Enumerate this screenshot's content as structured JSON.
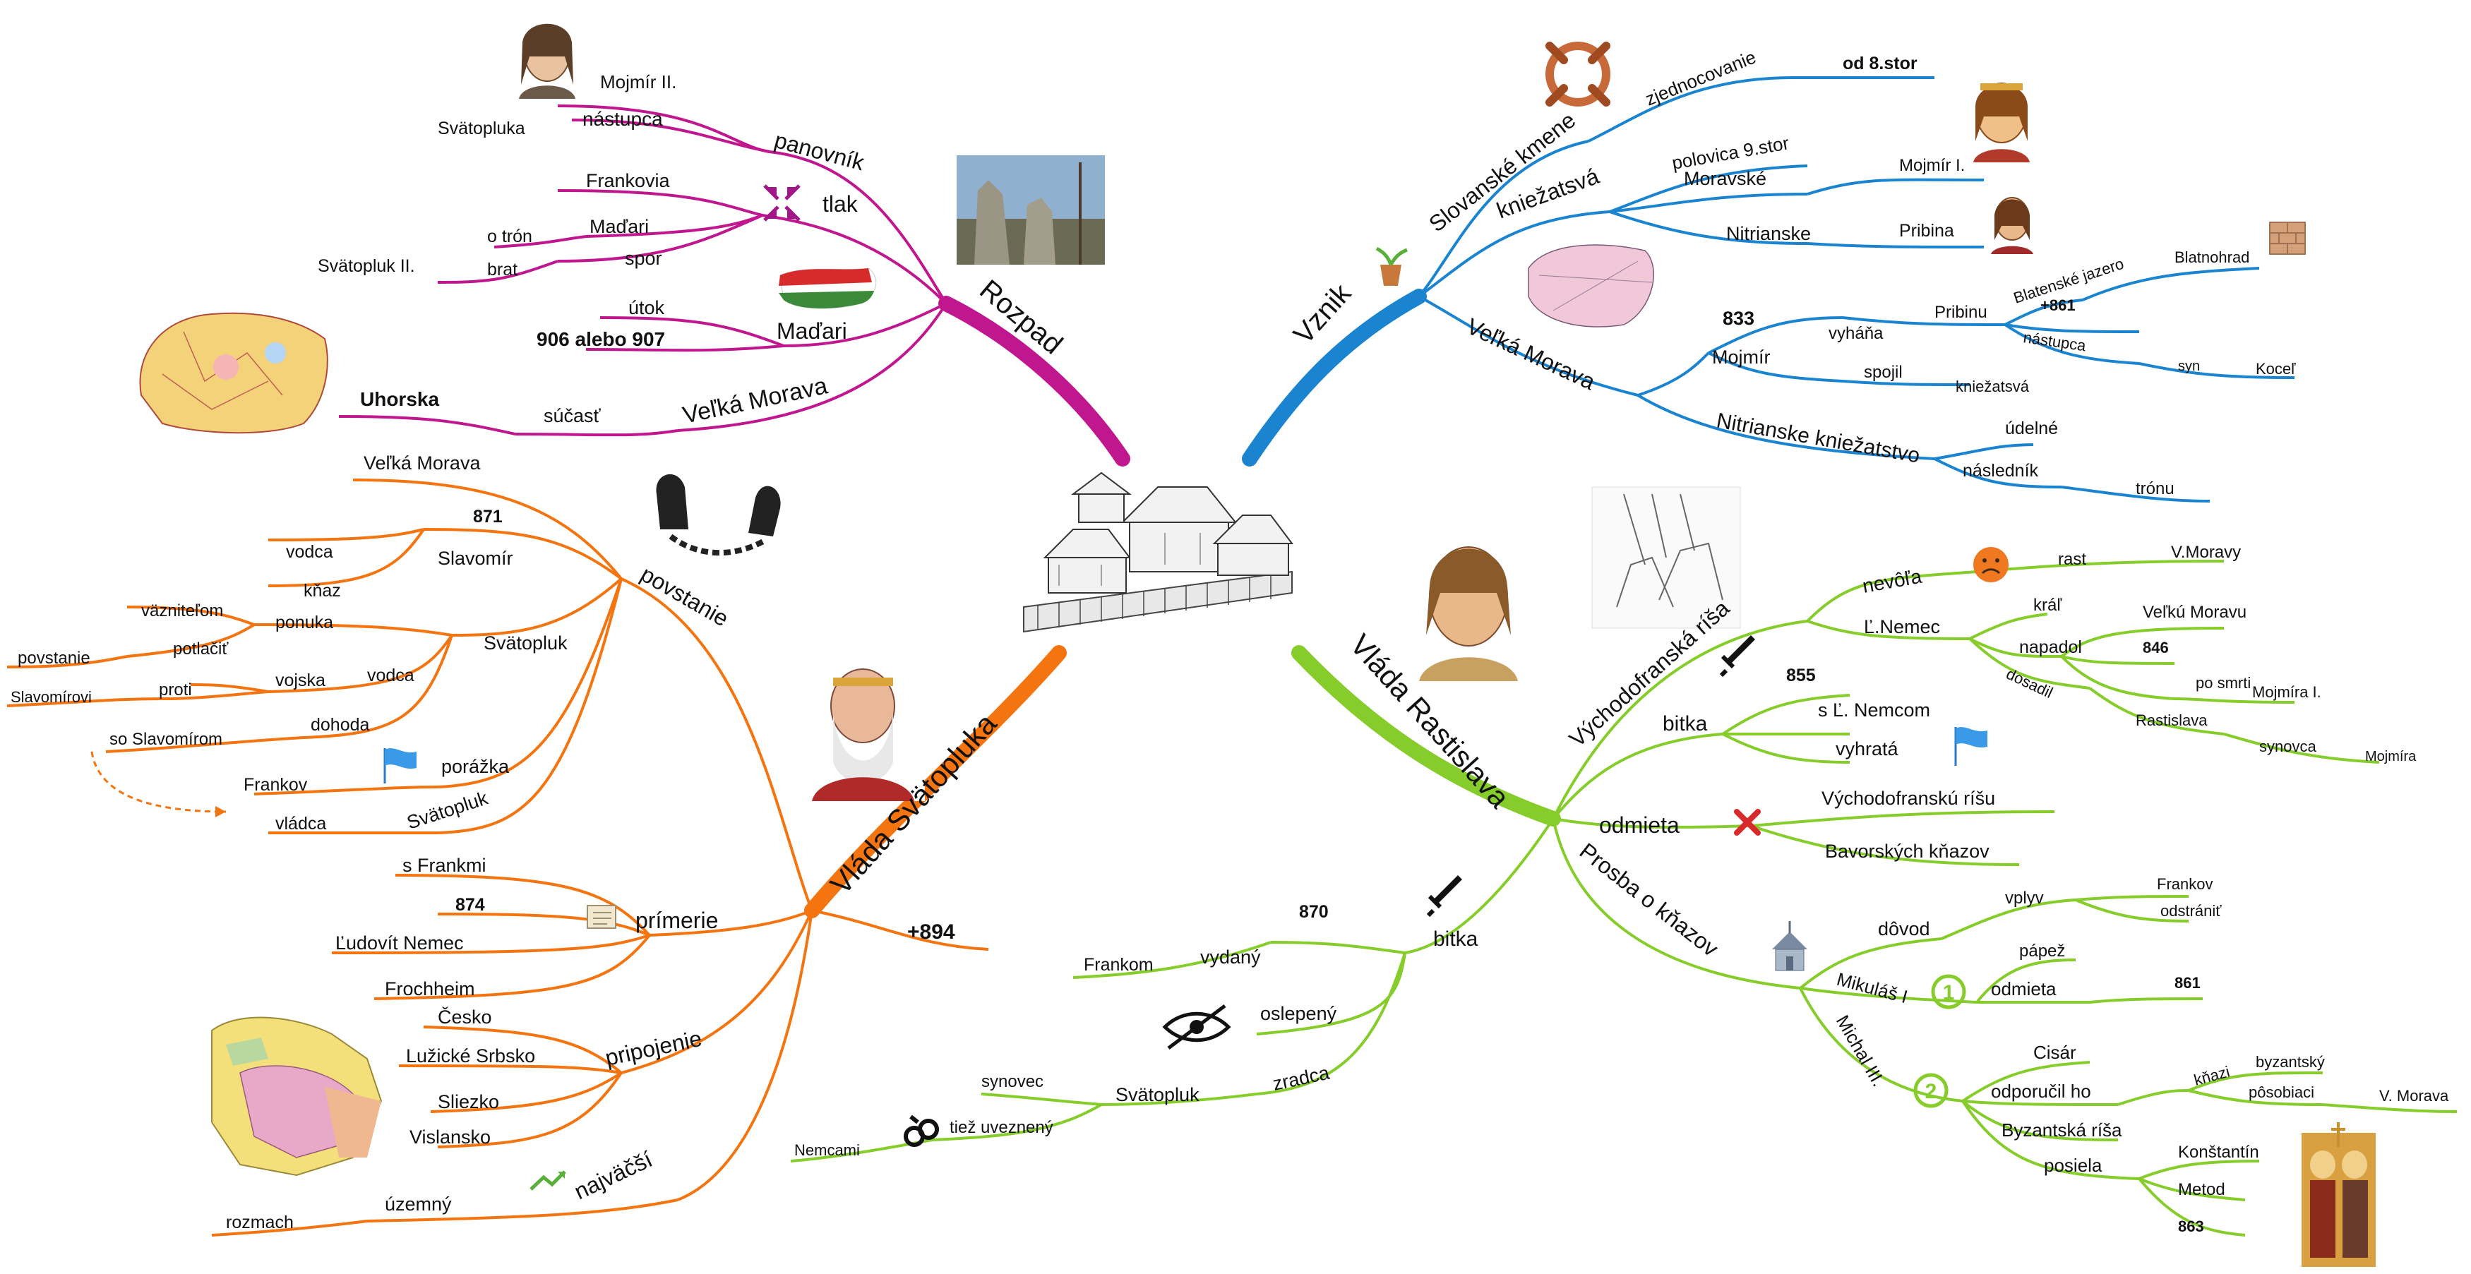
{
  "colors": {
    "rozpad": "#c0168e",
    "vznik": "#1a84d0",
    "rastislav": "#86cc2a",
    "svatopluk": "#f47410"
  },
  "center": {
    "image": "fortified-settlement-drawing"
  },
  "branches": {
    "rozpad": {
      "title": "Rozpad",
      "panovnik": "panovník",
      "mojmir_ii": "Mojmír II.",
      "nastupca": "nástupca",
      "svatopluka": "Svätopluka",
      "tlak": "tlak",
      "frankovia": "Frankovia",
      "madari_a": "Maďari",
      "spor": "spor",
      "o_tron": "o trón",
      "brat": "brat",
      "svatopluk_ii": "Svätopluk II.",
      "madari": "Maďari",
      "utok": "útok",
      "year_906": "906 alebo 907",
      "velka_morava": "Veľká Morava",
      "sucast": "súčasť",
      "uhorska": "Uhorska"
    },
    "vznik": {
      "title": "Vznik",
      "slovanske_kmene": "Slovanské kmene",
      "zjednocovanie": "zjednocovanie",
      "od_8stor": "od 8.stor",
      "kniezatstva": "kniežatsvá",
      "polovica": "polovica 9.stor",
      "moravske": "Moravské",
      "mojmir_i": "Mojmír I.",
      "nitrianske": "Nitrianske",
      "pribina": "Pribina",
      "velka_morava": "Veľká Morava",
      "year_833": "833",
      "mojmir": "Mojmír",
      "vyhana": "vyháňa",
      "pribinu": "Pribinu",
      "blatenske": "Blatenské jazero",
      "blatnohrad": "Blatnohrad",
      "year_861": "+861",
      "nastupca": "nástupca",
      "syn": "syn",
      "kocel": "Koceľ",
      "spojil": "spojil",
      "kniezatstva2": "kniežatsvá",
      "nitr_kn": "Nitrianske kniežatstvo",
      "udelne": "údelné",
      "naslednik": "následník",
      "tronu": "trónu"
    },
    "rastislav": {
      "title": "Vláda Rastislava",
      "vfr": "Východofranská ríša",
      "nevota": "nevôľa",
      "rast": "rast",
      "vmoravy": "V.Moravy",
      "lnemec": "Ľ.Nemec",
      "kral": "kráľ",
      "napadol": "napadol",
      "velku_moravu": "Veľkú Moravu",
      "year_846": "846",
      "po_smrti": "po smrti",
      "mojmira_i": "Mojmíra I.",
      "dosadil": "dosadil",
      "rastislava": "Rastislava",
      "synovca": "synovca",
      "mojmira": "Mojmíra",
      "bitka": "bitka",
      "year_855": "855",
      "s_lnemcom": "s Ľ. Nemcom",
      "vyhrata": "vyhratá",
      "odmieta": "odmieta",
      "vfr_risu": "Východofranskú ríšu",
      "bavorskych": "Bavorských kňazov",
      "prosba": "Prosba o kňazov",
      "dovod": "dôvod",
      "vplyv": "vplyv",
      "frankov": "Frankov",
      "odstranit": "odstrániť",
      "mikulas": "Mikuláš I",
      "papez": "pápež",
      "odmieta2": "odmieta",
      "year_861": "861",
      "michal": "Michal III.",
      "cisar": "Cisár",
      "odporucil": "odporučil ho",
      "knazi": "kňazi",
      "byzantsky": "byzantský",
      "posobiaci": "pôsobiaci",
      "vmorava": "V. Morava",
      "byz_risa": "Byzantská ríša",
      "posiela": "posiela",
      "konstantin": "Konštantín",
      "metod": "Metod",
      "year_863": "863",
      "bitka2": "bitka",
      "year_870": "870",
      "vydany": "vydaný",
      "frankom": "Frankom",
      "oslepeny": "oslepený",
      "zradca": "zradca",
      "svatopluk": "Svätopluk",
      "synovec": "synovec",
      "tiez": "tiež uveznený",
      "nemcami": "Nemcami"
    },
    "svatopluk": {
      "title": "Vláda Svätopluka",
      "povstanie": "povstanie",
      "velka_morava": "Veľká Morava",
      "year_871": "871",
      "slavomir": "Slavomír",
      "vodca": "vodca",
      "knaz": "kňaz",
      "svatopluk_a": "Svätopluk",
      "ponuka": "ponuka",
      "vaznitelom": "väzniteľom",
      "potlacit": "potlačiť",
      "povstanie2": "povstanie",
      "vodca2": "vodca",
      "vojska": "vojska",
      "proti": "proti",
      "slavomirovi": "Slavomírovi",
      "dohoda": "dohoda",
      "so_slavomirom": "so Slavomírom",
      "porazka": "porážka",
      "frankov": "Frankov",
      "svatopluk_b": "Svätopluk",
      "vladca": "vládca",
      "year_894": "+894",
      "primerie": "prímerie",
      "s_frankmi": "s Frankmi",
      "year_874": "874",
      "ludovit": "Ľudovít Nemec",
      "frochheim": "Frochheim",
      "pripojenie": "pripojenie",
      "cesko": "Česko",
      "luzicke": "Lužické Srbsko",
      "sliezko": "Sliezko",
      "vislansko": "Vislansko",
      "najvacsi": "najväčší",
      "uzemny": "územný",
      "rozmach": "rozmach"
    }
  }
}
